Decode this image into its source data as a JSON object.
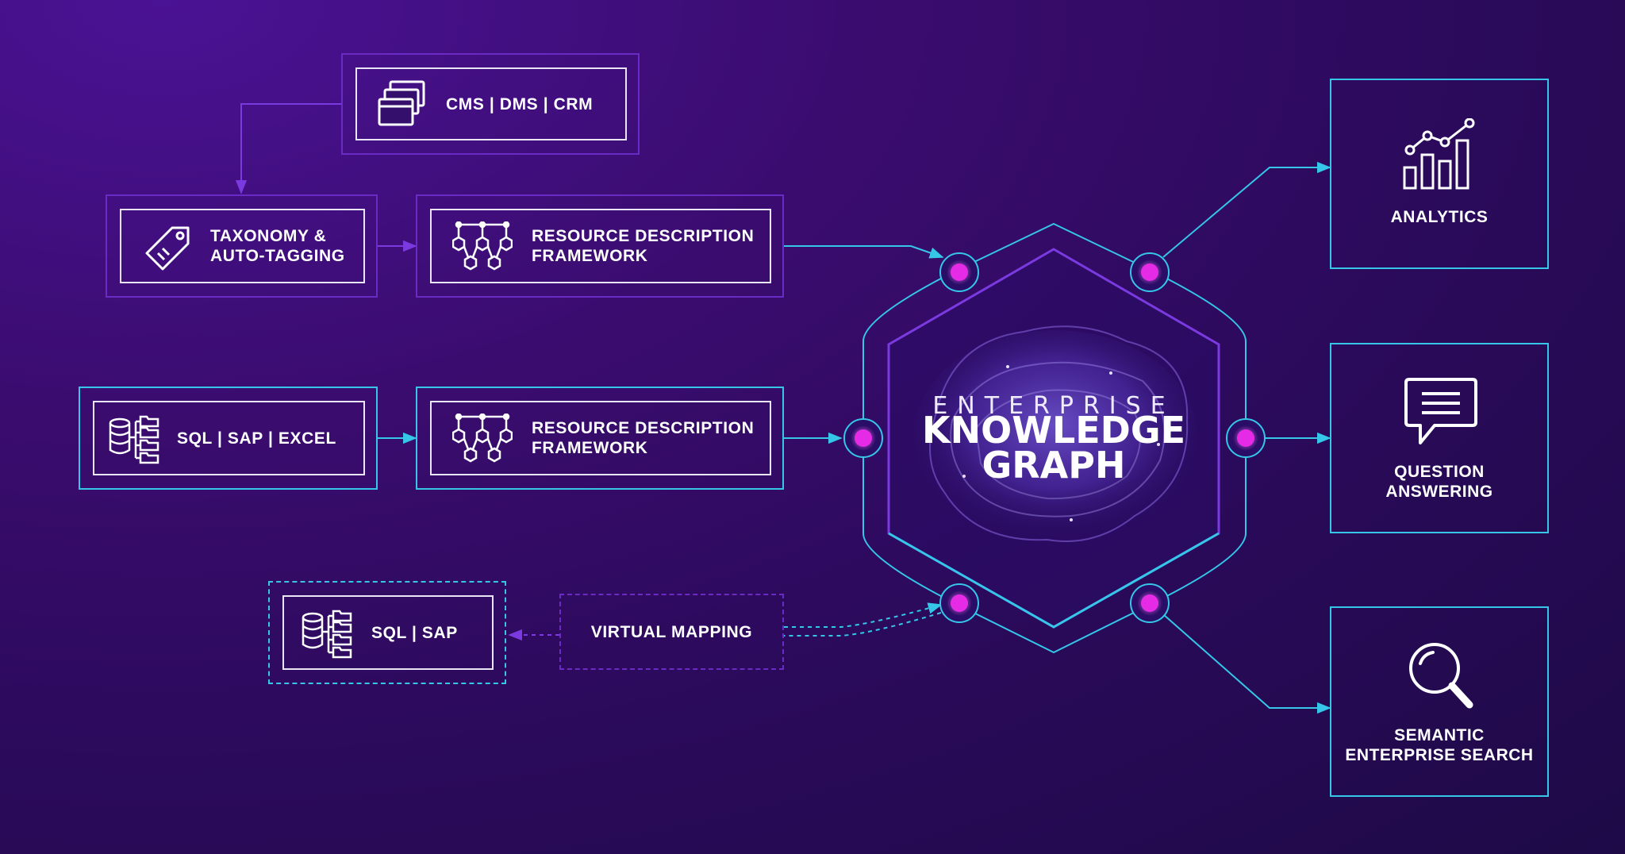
{
  "colors": {
    "background_start": "#4a1294",
    "background_end": "#1e0a47",
    "connector_cyan": "#35c6e8",
    "connector_purple": "#6a2bc4",
    "node_magenta": "#e62be6",
    "box_border_white": "#e8e6f5"
  },
  "sources": {
    "cms": {
      "label": "CMS  |  DMS  |  CRM",
      "icon": "browser-windows-icon"
    },
    "taxonomy": {
      "label": "TAXONOMY &\nAUTO-TAGGING",
      "icon": "tag-icon"
    },
    "rdf_top": {
      "label": "RESOURCE DESCRIPTION\nFRAMEWORK",
      "icon": "hexagon-network-icon"
    },
    "sql_excel": {
      "label": "SQL  |  SAP  |  EXCEL",
      "icon": "database-folders-icon"
    },
    "rdf_mid": {
      "label": "RESOURCE DESCRIPTION\nFRAMEWORK",
      "icon": "hexagon-network-icon"
    },
    "sql_sap": {
      "label": "SQL  |  SAP",
      "icon": "database-folders-icon"
    },
    "virtual": {
      "label": "VIRTUAL MAPPING"
    }
  },
  "hub": {
    "eyebrow": "ENTERPRISE",
    "title": "KNOWLEDGE\nGRAPH",
    "icon": "brain-icon"
  },
  "outputs": {
    "analytics": {
      "label": "ANALYTICS",
      "icon": "bar-chart-icon"
    },
    "qa": {
      "label": "QUESTION\nANSWERING",
      "icon": "chat-bubble-icon"
    },
    "search": {
      "label": "SEMANTIC\nENTERPRISE SEARCH",
      "icon": "magnifier-icon"
    }
  }
}
